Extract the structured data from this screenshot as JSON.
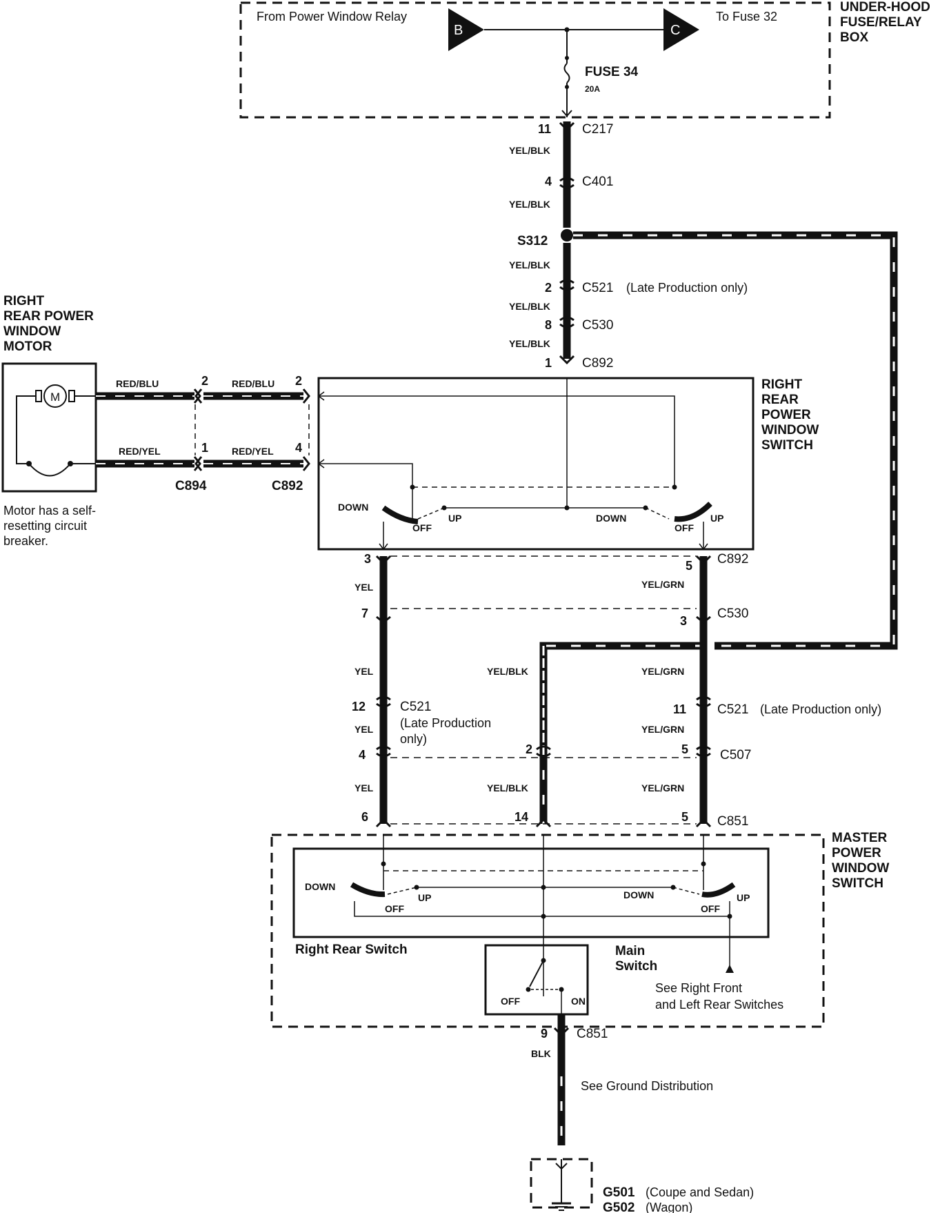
{
  "fuse_box": {
    "title_lines": [
      "UNDER-HOOD",
      "FUSE/RELAY",
      "BOX"
    ],
    "from_label": "From Power Window Relay",
    "to_label": "To Fuse 32",
    "terminal_b": "B",
    "terminal_c": "C",
    "fuse_name": "FUSE 34",
    "fuse_rating": "20A"
  },
  "main_feed": {
    "c217_pin": "11",
    "c217": "C217",
    "wire1": "YEL/BLK",
    "c401_pin": "4",
    "c401": "C401",
    "wire2": "YEL/BLK",
    "splice": "S312",
    "wire3": "YEL/BLK",
    "c521_pin": "2",
    "c521": "C521",
    "c521_note": "(Late Production only)",
    "wire4": "YEL/BLK",
    "c530_pin": "8",
    "c530": "C530",
    "wire5": "YEL/BLK",
    "c892_pin": "1",
    "c892": "C892"
  },
  "motor": {
    "title_lines": [
      "RIGHT",
      "REAR POWER",
      "WINDOW",
      "MOTOR"
    ],
    "symbol": "M",
    "note_lines": [
      "Motor has a self-",
      "resetting circuit",
      "breaker."
    ],
    "wire_top_left": "RED/BLU",
    "wire_top_right": "RED/BLU",
    "wire_bot_left": "RED/YEL",
    "wire_bot_right": "RED/YEL",
    "c894_pin_top": "2",
    "c894_pin_bot": "1",
    "c894": "C894",
    "c892_pin_top": "2",
    "c892_pin_bot": "4",
    "c892": "C892"
  },
  "rr_switch": {
    "title_lines": [
      "RIGHT",
      "REAR",
      "POWER",
      "WINDOW",
      "SWITCH"
    ],
    "left_down": "DOWN",
    "left_off": "OFF",
    "left_up": "UP",
    "right_down": "DOWN",
    "right_off": "OFF",
    "right_up": "UP"
  },
  "middle": {
    "pin_left_c892": "3",
    "pin_right_c892": "5",
    "c892": "C892",
    "wire_left_1": "YEL",
    "wire_right_1": "YEL/GRN",
    "pin_left_c530": "7",
    "pin_right_c530": "3",
    "c530": "C530",
    "wire_left_2": "YEL",
    "wire_mid_2": "YEL/BLK",
    "wire_right_2": "YEL/GRN",
    "pin_left_c521": "12",
    "c521_left": "C521",
    "c521_left_note_lines": [
      "(Late Production",
      "only)"
    ],
    "pin_right_c521": "11",
    "c521_right": "C521",
    "c521_right_note": "(Late Production only)",
    "wire_left_3": "YEL",
    "wire_right_3": "YEL/GRN",
    "pin_left_c507": "4",
    "pin_mid_c507": "2",
    "pin_right_c507": "5",
    "c507": "C507",
    "wire_left_4": "YEL",
    "wire_mid_4": "YEL/BLK",
    "wire_right_4": "YEL/GRN",
    "pin_left_c851": "6",
    "pin_mid_c851": "14",
    "pin_right_c851": "5",
    "c851": "C851"
  },
  "master_switch": {
    "title_lines": [
      "MASTER",
      "POWER",
      "WINDOW",
      "SWITCH"
    ],
    "left_down": "DOWN",
    "left_off": "OFF",
    "left_up": "UP",
    "right_down": "DOWN",
    "right_off": "OFF",
    "right_up": "UP",
    "rr_label": "Right Rear Switch",
    "main_label_lines": [
      "Main",
      "Switch"
    ],
    "main_off": "OFF",
    "main_on": "ON",
    "see_lines": [
      "See  Right Front",
      "and Left Rear Switches"
    ]
  },
  "ground": {
    "pin": "9",
    "connector": "C851",
    "wire": "BLK",
    "see": "See Ground Distribution",
    "g501": "G501",
    "g501_note": "(Coupe and Sedan)",
    "g502": "G502",
    "g502_note": "(Wagon)"
  }
}
